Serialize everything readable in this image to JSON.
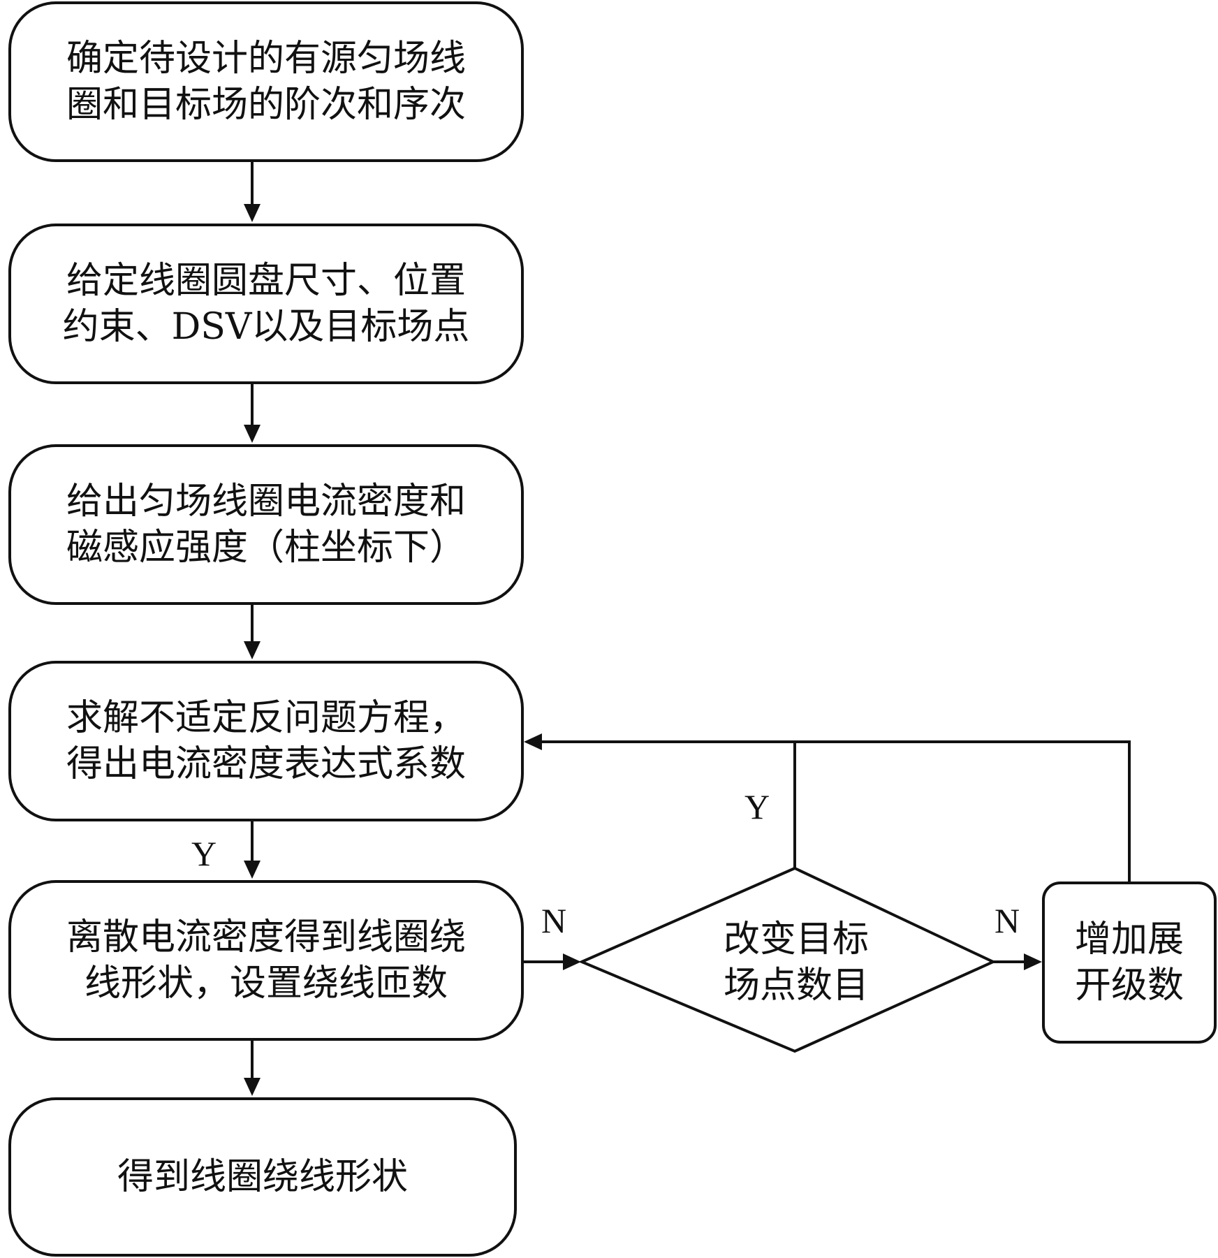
{
  "nodes": {
    "step1": "确定待设计的有源匀场线\n圈和目标场的阶次和序次",
    "step2": "给定线圈圆盘尺寸、位置\n约束、DSV以及目标场点",
    "step3": "给出匀场线圈电流密度和\n磁感应强度（柱坐标下）",
    "step4": "求解不适定反问题方程，\n得出电流密度表达式系数",
    "step5": "离散电流密度得到线圈绕\n线形状，设置绕线匝数",
    "step6": "得到线圈绕线形状",
    "decision": "改变目标\n场点数目",
    "expand": "增加展\n开级数"
  },
  "edge_labels": {
    "y_main": "Y",
    "n_to_decision": "N",
    "y_decision": "Y",
    "n_to_expand": "N"
  },
  "colors": {
    "stroke": "#111111",
    "background": "#ffffff"
  }
}
